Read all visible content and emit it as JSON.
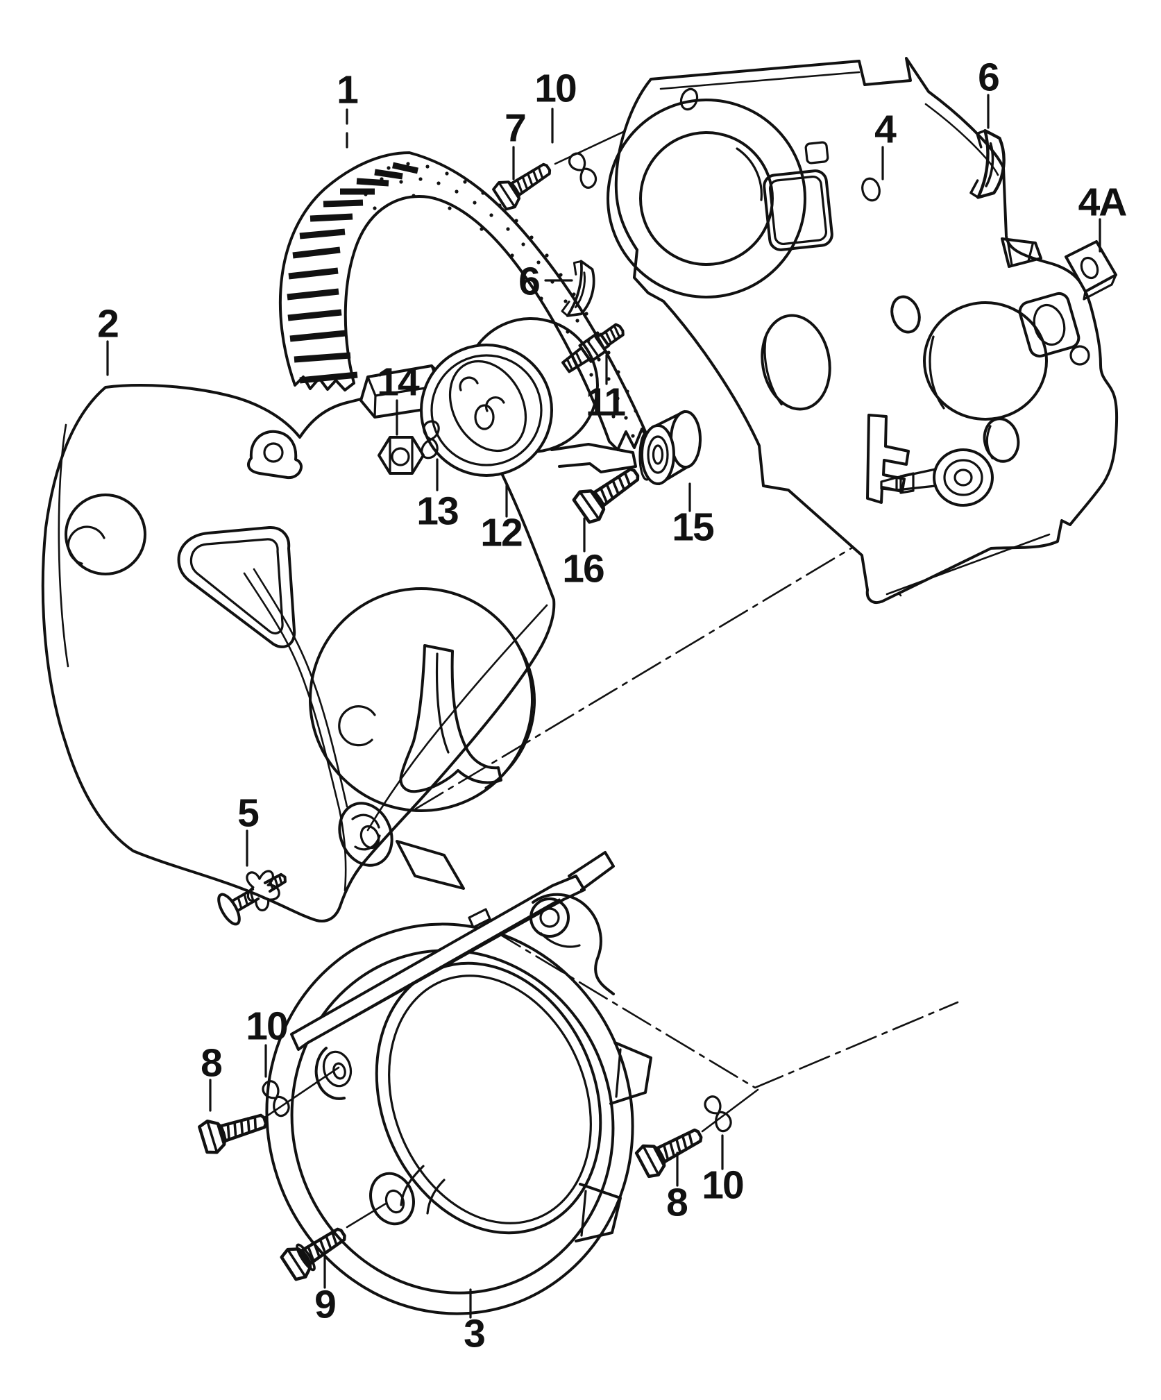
{
  "colors": {
    "line": "#111111",
    "background": "#ffffff"
  },
  "callouts": [
    {
      "id": "timing-belt",
      "label": "1"
    },
    {
      "id": "upper-cover",
      "label": "2"
    },
    {
      "id": "lower-cover",
      "label": "3"
    },
    {
      "id": "rear-cover-plate",
      "label": "4"
    },
    {
      "id": "retainer-plate",
      "label": "4A"
    },
    {
      "id": "expander-screw",
      "label": "5"
    },
    {
      "id": "clip-top-right",
      "label": "6"
    },
    {
      "id": "clip-middle",
      "label": "6"
    },
    {
      "id": "bolt-top",
      "label": "7"
    },
    {
      "id": "bolt-lower-left",
      "label": "8"
    },
    {
      "id": "bolt-lower-right",
      "label": "8"
    },
    {
      "id": "bolt-bottom",
      "label": "9"
    },
    {
      "id": "spring-clip-top",
      "label": "10"
    },
    {
      "id": "spring-clip-left",
      "label": "10"
    },
    {
      "id": "spring-clip-right",
      "label": "10"
    },
    {
      "id": "stud",
      "label": "11"
    },
    {
      "id": "tensioner-pulley",
      "label": "12"
    },
    {
      "id": "spring-clip-small",
      "label": "13"
    },
    {
      "id": "nut",
      "label": "14"
    },
    {
      "id": "idler-roller",
      "label": "15"
    },
    {
      "id": "bolt-idler",
      "label": "16"
    }
  ]
}
